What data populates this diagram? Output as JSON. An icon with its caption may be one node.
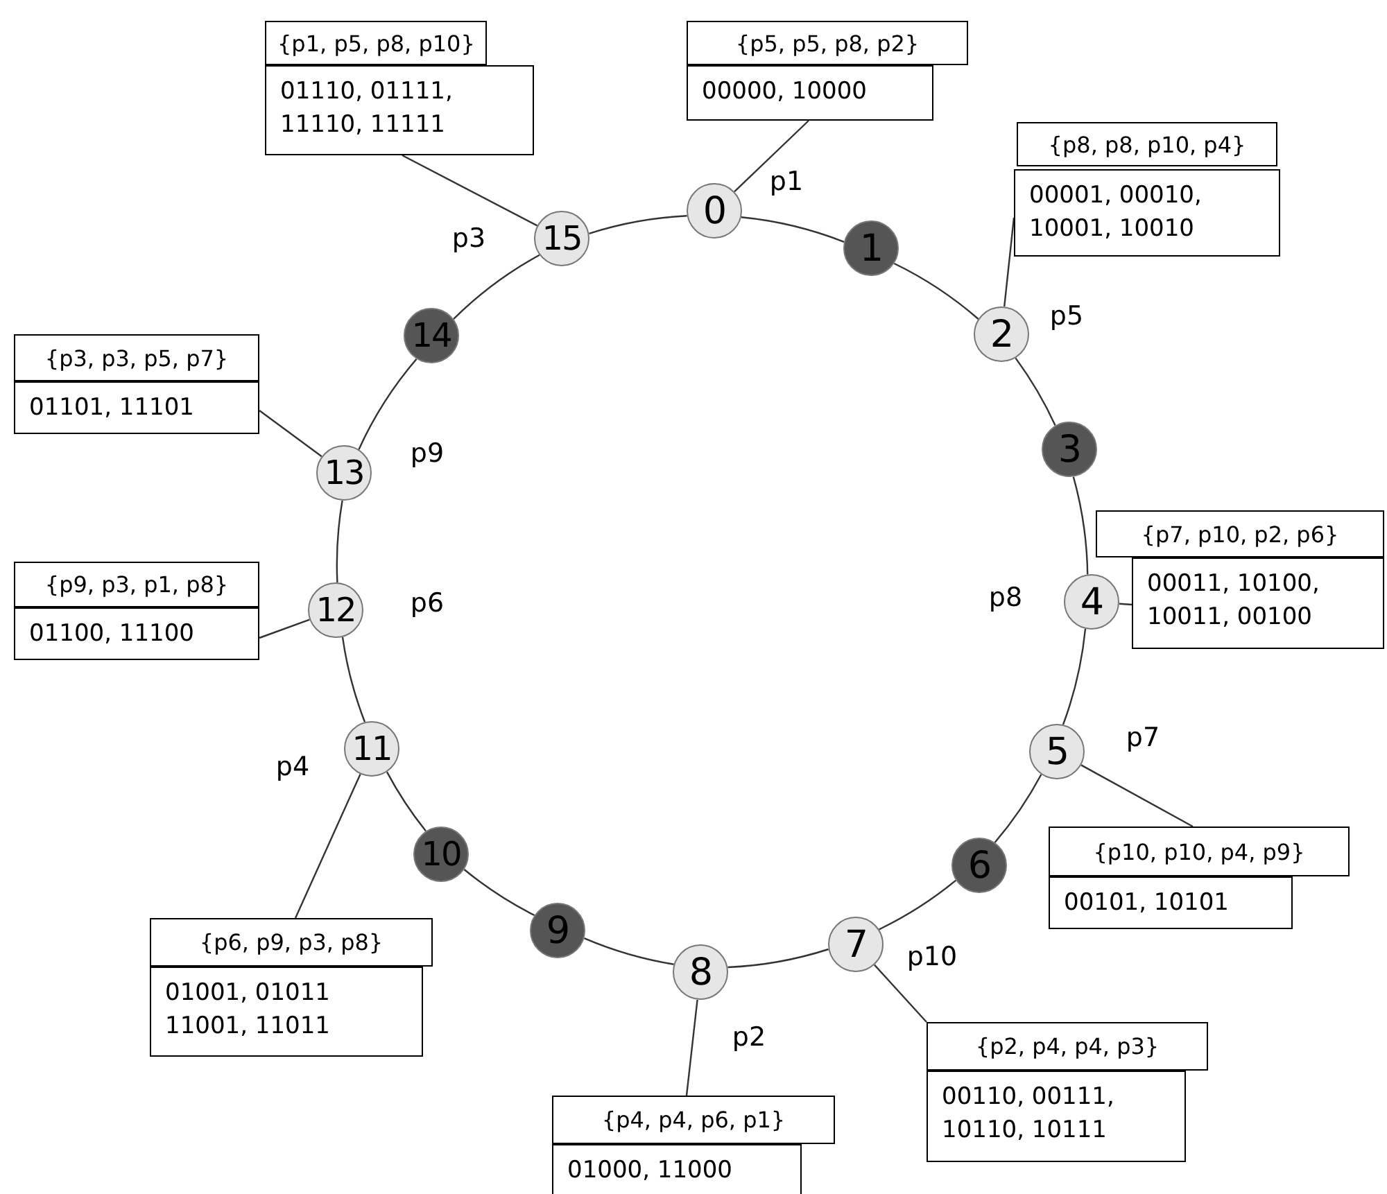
{
  "diagram": {
    "nodes": [
      {
        "text": [
          "0"
        ],
        "beside": [
          "p1"
        ]
      },
      {
        "text": [
          "1"
        ]
      },
      {
        "text": [
          "2"
        ],
        "beside": [
          "p5"
        ]
      },
      {
        "text": [
          "3"
        ]
      },
      {
        "text": [
          "4"
        ],
        "beside": [
          "p8"
        ]
      },
      {
        "text": [
          "5"
        ],
        "beside": [
          "p7"
        ]
      },
      {
        "text": [
          "6"
        ]
      },
      {
        "text": [
          "7"
        ],
        "beside": [
          "p10"
        ]
      },
      {
        "text": [
          "8"
        ],
        "beside": [
          "p2"
        ]
      },
      {
        "text": [
          "9"
        ]
      },
      {
        "text": [
          "10"
        ]
      },
      {
        "text": [
          "11"
        ],
        "beside": [
          "p4"
        ]
      },
      {
        "text": [
          "12"
        ],
        "beside": [
          "p6"
        ]
      },
      {
        "text": [
          "13"
        ],
        "beside": [
          "p9"
        ]
      },
      {
        "text": [
          "14"
        ]
      },
      {
        "text": [
          "15"
        ],
        "beside": [
          "p3"
        ]
      },
      {
        "text": [
          "{p1, p5, p8, p10}",
          "01110, 01111, 11110, 11111"
        ]
      },
      {
        "text": [
          "{p5, p5, p8, p2}",
          "00000, 10000"
        ]
      },
      {
        "text": [
          "{p8, p8, p10, p4}",
          "00001, 00010, 10001, 10010"
        ]
      },
      {
        "text": [
          "{p3, p3, p5, p7}",
          "01101, 11101"
        ]
      },
      {
        "text": [
          "{p7, p10, p2, p6}",
          "00011, 10100, 10011, 00100"
        ]
      },
      {
        "text": [
          "{p9, p3, p1, p8}",
          "01100, 11100"
        ]
      },
      {
        "text": [
          "{p10, p10, p4, p9}",
          "00101, 10101"
        ]
      },
      {
        "text": [
          "{p6, p9, p3, p8}",
          "01001, 01011 11001, 11011"
        ]
      },
      {
        "text": [
          "{p2, p4, p4, p3}",
          "00110, 00111, 10110, 10111"
        ]
      },
      {
        "text": [
          "{p4, p4, p6, p1}",
          "01000, 11000"
        ]
      }
    ],
    "edges": [
      {
        "from": 0,
        "to": 1,
        "arrow": "none"
      },
      {
        "from": 1,
        "to": 2,
        "arrow": "none"
      },
      {
        "from": 2,
        "to": 3,
        "arrow": "none"
      },
      {
        "from": 3,
        "to": 4,
        "arrow": "none"
      },
      {
        "from": 4,
        "to": 5,
        "arrow": "none"
      },
      {
        "from": 5,
        "to": 6,
        "arrow": "none"
      },
      {
        "from": 6,
        "to": 7,
        "arrow": "none"
      },
      {
        "from": 7,
        "to": 8,
        "arrow": "none"
      },
      {
        "from": 8,
        "to": 9,
        "arrow": "none"
      },
      {
        "from": 9,
        "to": 10,
        "arrow": "none"
      },
      {
        "from": 10,
        "to": 11,
        "arrow": "none"
      },
      {
        "from": 11,
        "to": 12,
        "arrow": "none"
      },
      {
        "from": 12,
        "to": 13,
        "arrow": "none"
      },
      {
        "from": 13,
        "to": 14,
        "arrow": "none"
      },
      {
        "from": 14,
        "to": 15,
        "arrow": "none"
      },
      {
        "from": 15,
        "to": 0,
        "arrow": "none"
      },
      {
        "from": 16,
        "to": 15,
        "arrow": "none"
      },
      {
        "from": 17,
        "to": 0,
        "arrow": "none"
      },
      {
        "from": 18,
        "to": 2,
        "arrow": "none"
      },
      {
        "from": 19,
        "to": 13,
        "arrow": "none"
      },
      {
        "from": 20,
        "to": 4,
        "arrow": "none"
      },
      {
        "from": 21,
        "to": 12,
        "arrow": "none"
      },
      {
        "from": 22,
        "to": 5,
        "arrow": "none"
      },
      {
        "from": 23,
        "to": 11,
        "arrow": "none"
      },
      {
        "from": 24,
        "to": 7,
        "arrow": "none"
      },
      {
        "from": 25,
        "to": 8,
        "arrow": "none"
      }
    ]
  }
}
